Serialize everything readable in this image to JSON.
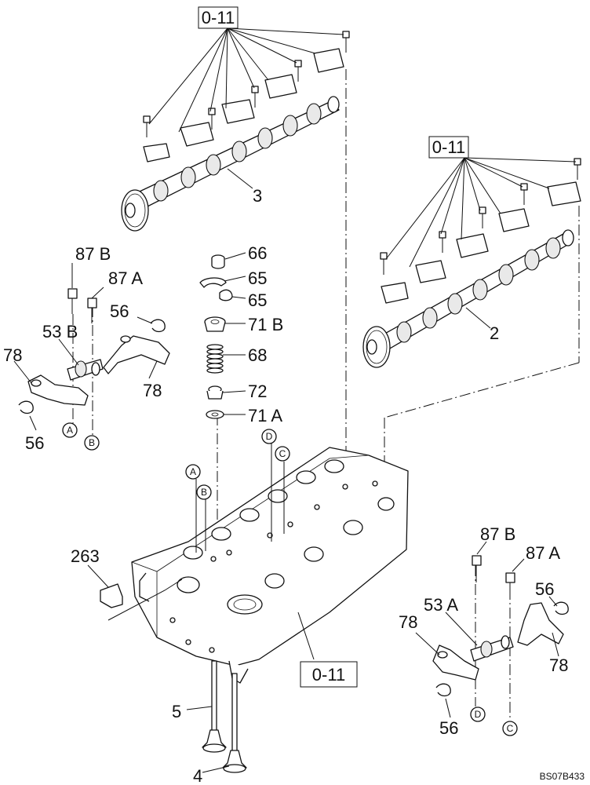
{
  "diagram": {
    "drawing_code": "BS07B433",
    "references": {
      "top_left": "0-11",
      "top_right": "0-11",
      "bottom_center": "0-11"
    },
    "part_labels": {
      "p3": "3",
      "p2": "2",
      "p66": "66",
      "p65a": "65",
      "p65b": "65",
      "p71b": "71 B",
      "p68": "68",
      "p72": "72",
      "p71a": "71 A",
      "p87b_left": "87 B",
      "p87a_left": "87 A",
      "p56_left_top": "56",
      "p53b": "53 B",
      "p78_left_a": "78",
      "p78_left_b": "78",
      "p56_left_bottom": "56",
      "p263": "263",
      "p5": "5",
      "p4": "4",
      "p87b_right": "87 B",
      "p87a_right": "87 A",
      "p53a": "53 A",
      "p56_right_top": "56",
      "p78_right_a": "78",
      "p78_right_b": "78",
      "p56_right_bottom": "56"
    },
    "circle_markers": {
      "A_left": "A",
      "B_left": "B",
      "A_head": "A",
      "B_head": "B",
      "C_head": "C",
      "D_head": "D",
      "D_right": "D",
      "C_right": "C"
    }
  }
}
